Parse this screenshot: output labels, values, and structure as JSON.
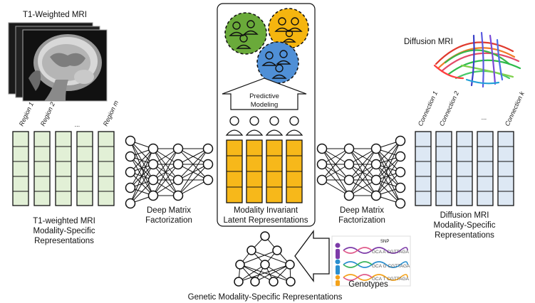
{
  "t1": {
    "title": "T1-Weighted MRI",
    "region_labels": [
      "Region 1",
      "Region 2",
      "...",
      "Region m"
    ],
    "caption": [
      "T1-weighted MRI",
      "Modality-Specific",
      "Representations"
    ]
  },
  "diffusion": {
    "title": "Diffusion MRI",
    "connection_labels": [
      "Connection 1",
      "Connection 2",
      "...",
      "Connection k"
    ],
    "caption": [
      "Diffusion MRI",
      "Modality-Specific",
      "Representations"
    ]
  },
  "dmf_left": [
    "Deep Matrix",
    "Factorization"
  ],
  "dmf_right": [
    "Deep Matrix",
    "Factorization"
  ],
  "center": {
    "predictive": [
      "Predictive",
      "Modeling"
    ],
    "caption": [
      "Modality Invariant",
      "Latent Representations"
    ]
  },
  "genotypes": {
    "label": "Genotypes",
    "snp_label": "SNP",
    "seq": [
      "GCA A CGTTAGA",
      "GCA G CGTTAGA",
      "GCA T CGTTAGA"
    ]
  },
  "genetic_caption": "Genetic Modality-Specific Representations",
  "colors": {
    "t1_fill": "#e2f0d6",
    "diff_fill": "#dde8f4",
    "latent_fill": "#f7b81a",
    "green": "#6aaa3a",
    "orange": "#f5b50f",
    "blue": "#4f8fd6"
  }
}
